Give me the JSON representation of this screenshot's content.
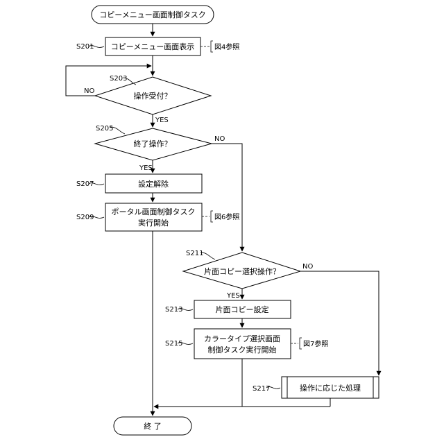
{
  "nodes": {
    "start": "コピーメニュー画面制御タスク",
    "s201": "コピーメニュー画面表示",
    "s203": "操作受付？",
    "s205": "終了操作？",
    "s207": "設定解除",
    "s209_line1": "ポータル画面制御タスク",
    "s209_line2": "実行開始",
    "s211": "片面コピー選択操作？",
    "s213": "片面コピー設定",
    "s215_line1": "カラータイプ選択画面",
    "s215_line2": "制御タスク実行開始",
    "s217": "操作に応じた処理",
    "end": "終 了"
  },
  "step_labels": {
    "s201": "S201",
    "s203": "S203",
    "s205": "S205",
    "s207": "S207",
    "s209": "S209",
    "s211": "S211",
    "s213": "S213",
    "s215": "S215",
    "s217": "S217"
  },
  "refs": {
    "s201": "図4参照",
    "s209": "図6参照",
    "s215": "図7参照"
  },
  "flags": {
    "s203_no": "NO",
    "s203_yes": "YES",
    "s205_no": "NO",
    "s205_yes": "YES",
    "s211_no": "NO",
    "s211_yes": "YES"
  }
}
